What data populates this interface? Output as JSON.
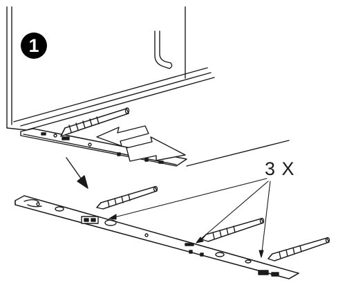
{
  "step_number": "1",
  "quantity_label": "3 X",
  "colors": {
    "line": "#1a1a1a",
    "background": "#ffffff",
    "badge": "#000000"
  },
  "icons": {
    "step_badge": "filled-circle-number",
    "screw": "screw-icon",
    "arrow": "arrow-icon"
  }
}
